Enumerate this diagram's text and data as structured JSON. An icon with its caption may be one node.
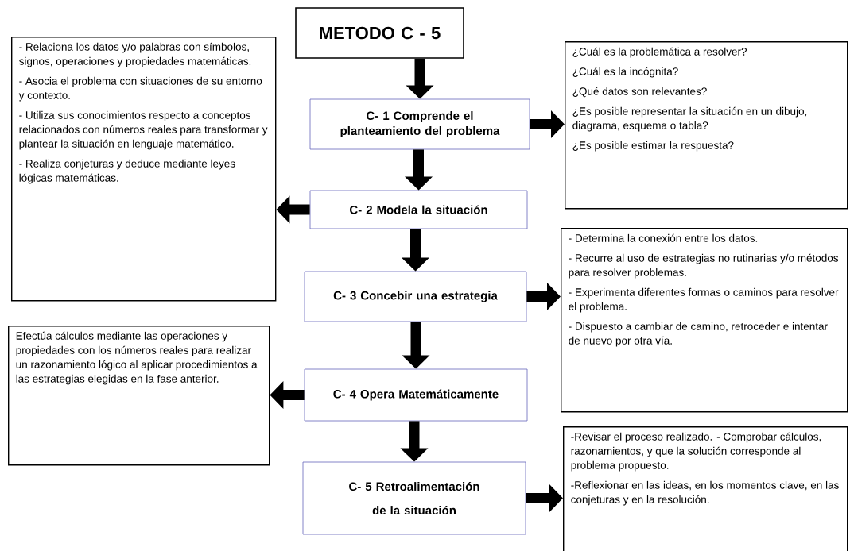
{
  "diagram": {
    "nodes": [
      {
        "text": [
          "METODO C - 5"
        ]
      },
      {
        "text": [
          "C- 1 Comprende el planteamiento del problema"
        ]
      },
      {
        "text": [
          "C- 2 Modela la situación"
        ]
      },
      {
        "text": [
          "C- 3 Concebir una estrategia"
        ]
      },
      {
        "text": [
          "C- 4 Opera Matemáticamente"
        ]
      },
      {
        "text": [
          "C- 5 Retroalimentación de la situación"
        ]
      },
      {
        "text": [
          "- Relaciona los datos y/o palabras con símbolos, signos, operaciones y propiedades matemáticas.",
          "- Asocia el problema con situaciones de su entorno y contexto.",
          "- Utiliza sus conocimientos respecto a conceptos relacionados con números reales para transformar y plantear la situación en lenguaje matemático.",
          "- Realiza conjeturas y deduce mediante leyes lógicas matemáticas."
        ]
      },
      {
        "text": [
          "¿Cuál es la problemática a resolver?",
          "¿Cuál es la incógnita?",
          "¿Qué datos son relevantes?",
          "¿Es posible representar la situación en un dibujo, diagrama, esquema o tabla?",
          "¿Es posible estimar la respuesta?"
        ]
      },
      {
        "text": [
          "- Determina la conexión entre los datos.",
          "- Recurre al uso de estrategias no rutinarias y/o métodos para resolver problemas.",
          "- Experimenta diferentes formas o caminos para resolver el problema.",
          "- Dispuesto a cambiar de camino, retroceder e intentar de nuevo por otra vía."
        ]
      },
      {
        "text": [
          "Efectúa cálculos mediante las operaciones y propiedades con los números reales para realizar un razonamiento lógico al aplicar procedimientos a las estrategias elegidas en la fase anterior."
        ]
      },
      {
        "text": [
          "-Revisar el proceso realizado. - Comprobar cálculos, razonamientos, y que la solución corresponde al problema propuesto.",
          "-Reflexionar en las ideas, en los momentos clave, en las conjeturas y en la resolución."
        ]
      }
    ],
    "edges": [
      {
        "from": 0,
        "to": 1,
        "arrow": "to"
      },
      {
        "from": 1,
        "to": 2,
        "arrow": "to"
      },
      {
        "from": 2,
        "to": 3,
        "arrow": "to"
      },
      {
        "from": 3,
        "to": 4,
        "arrow": "to"
      },
      {
        "from": 4,
        "to": 5,
        "arrow": "to"
      },
      {
        "from": 1,
        "to": 7,
        "arrow": "to"
      },
      {
        "from": 2,
        "to": 6,
        "arrow": "to"
      },
      {
        "from": 3,
        "to": 8,
        "arrow": "to"
      },
      {
        "from": 4,
        "to": 9,
        "arrow": "to"
      },
      {
        "from": 5,
        "to": 10,
        "arrow": "to"
      }
    ]
  }
}
